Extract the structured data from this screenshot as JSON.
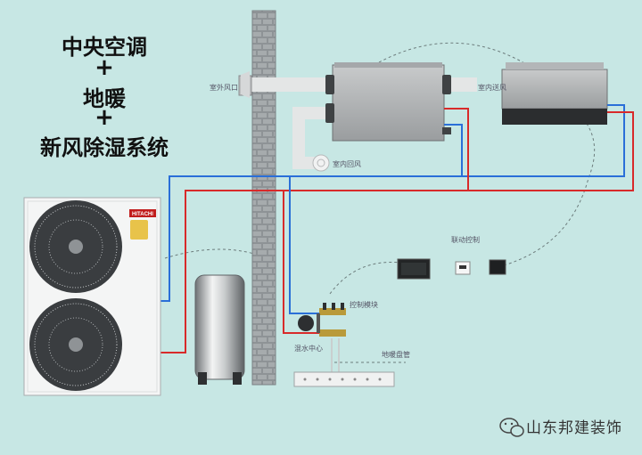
{
  "title": {
    "line1": "中央空调",
    "plus1": "+",
    "line2": "地暖",
    "plus2": "+",
    "line3": "新风除湿系统"
  },
  "labels": {
    "outdoor_inlet": "室外风口",
    "indoor_supply": "室内送风",
    "indoor_return": "室内回风",
    "linkage_control": "联动控制",
    "control_module": "控制模块",
    "water_center": "混水中心",
    "floor_coil": "地暖盘管"
  },
  "outdoor_unit": {
    "brand": "HITACHI"
  },
  "watermark": {
    "text": "山东邦建装饰",
    "icon": "wechat-icon"
  },
  "colors": {
    "background": "#c7e7e4",
    "hot_pipe": "#d82a2a",
    "cold_pipe": "#2a6fd8",
    "brick": "#8a8f92"
  }
}
